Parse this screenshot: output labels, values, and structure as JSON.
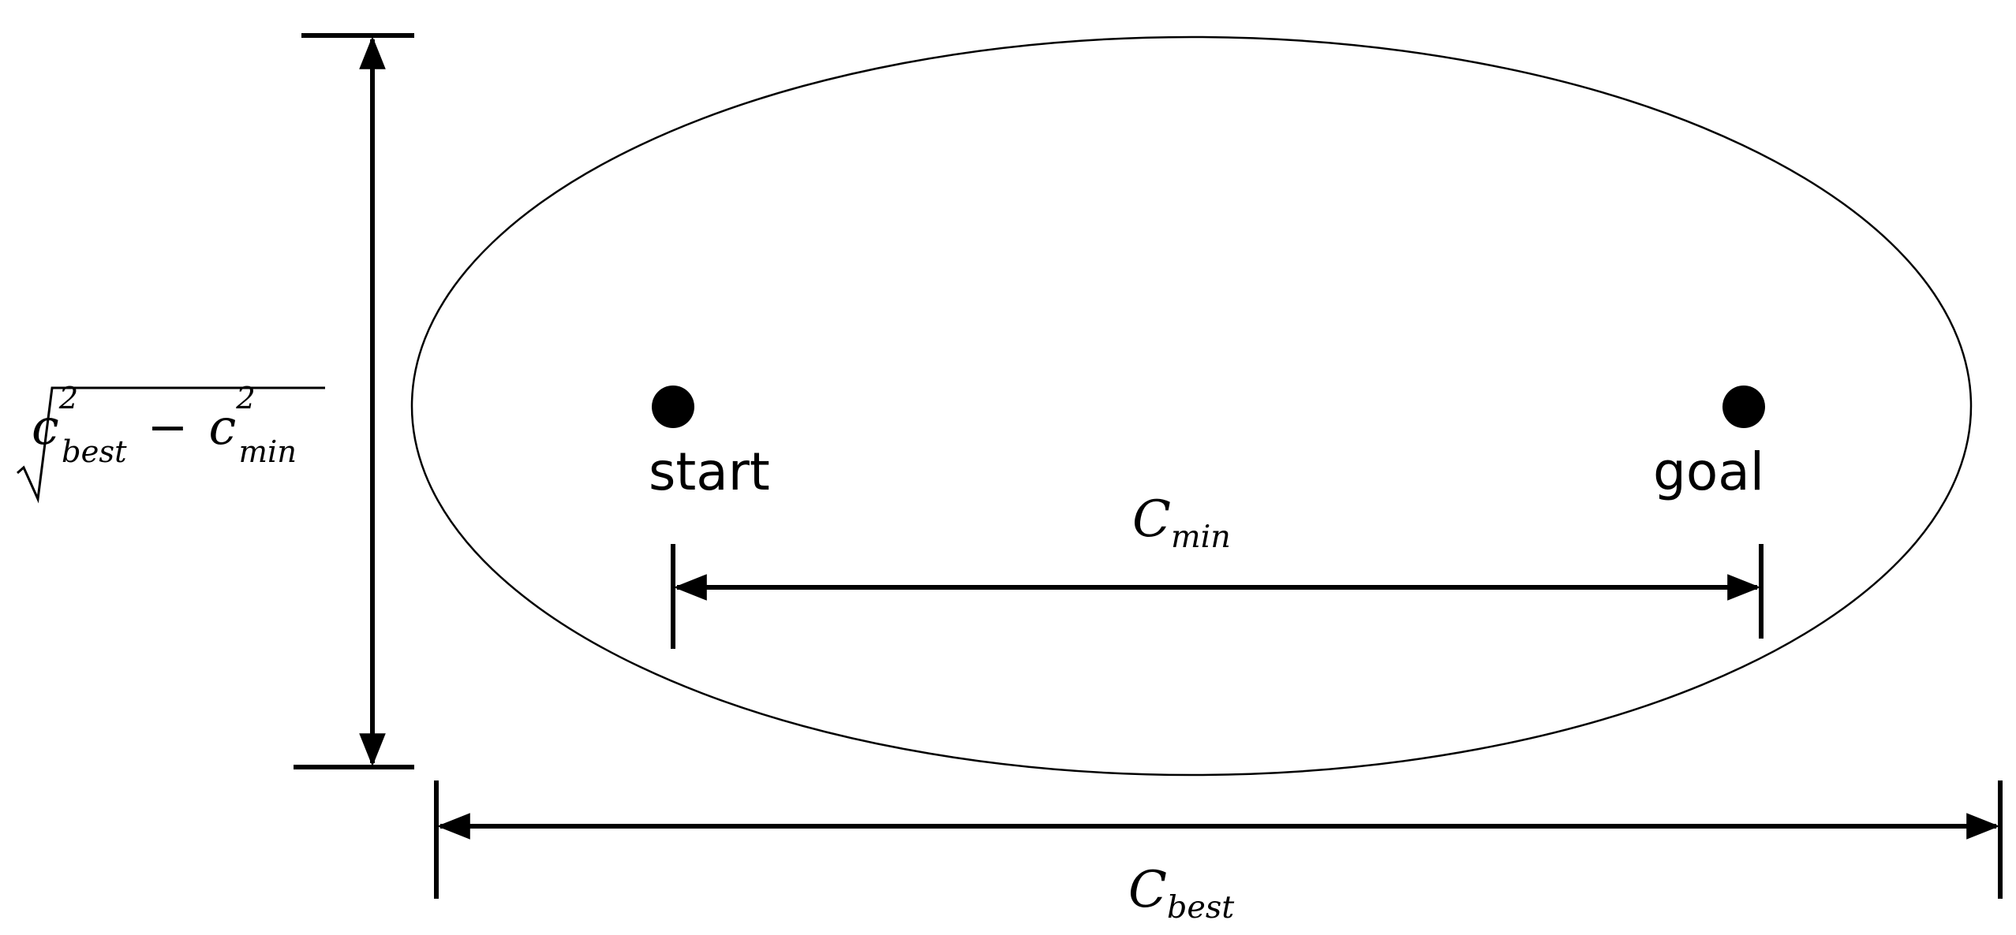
{
  "points": {
    "start": "start",
    "goal": "goal"
  },
  "dimensions": {
    "c_min": {
      "symbol": "C",
      "subscript": "min"
    },
    "c_best": {
      "symbol": "C",
      "subscript": "best"
    },
    "minor_axis": {
      "term1_symbol": "c",
      "term1_sub": "best",
      "term1_sup": "2",
      "operator": "−",
      "term2_symbol": "c",
      "term2_sub": "min",
      "term2_sup": "2"
    }
  },
  "colors": {
    "stroke": "#000000",
    "background": "#ffffff"
  }
}
